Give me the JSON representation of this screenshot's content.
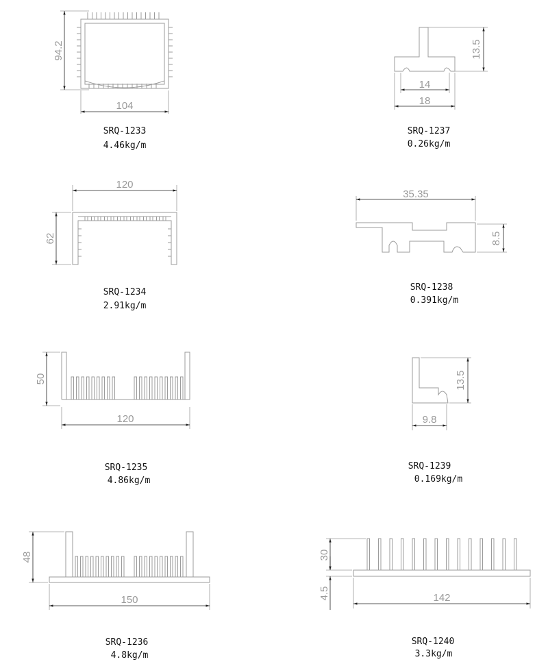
{
  "profiles": [
    {
      "code": "SRQ-1233",
      "weight": "4.46kg/m",
      "dims": [
        "94.2",
        "104"
      ]
    },
    {
      "code": "SRQ-1237",
      "weight": "0.26kg/m",
      "dims": [
        "13.5",
        "14",
        "18"
      ]
    },
    {
      "code": "SRQ-1234",
      "weight": "2.91kg/m",
      "dims": [
        "120",
        "62"
      ]
    },
    {
      "code": "SRQ-1238",
      "weight": "0.391kg/m",
      "dims": [
        "35.35",
        "8.5"
      ]
    },
    {
      "code": "SRQ-1235",
      "weight": "4.86kg/m",
      "dims": [
        "50",
        "120"
      ]
    },
    {
      "code": "SRQ-1239",
      "weight": "0.169kg/m",
      "dims": [
        "13.5",
        "9.8"
      ]
    },
    {
      "code": "SRQ-1236",
      "weight": "4.8kg/m",
      "dims": [
        "48",
        "150"
      ]
    },
    {
      "code": "SRQ-1240",
      "weight": "3.3kg/m",
      "dims": [
        "30",
        "4.5",
        "142"
      ]
    }
  ]
}
